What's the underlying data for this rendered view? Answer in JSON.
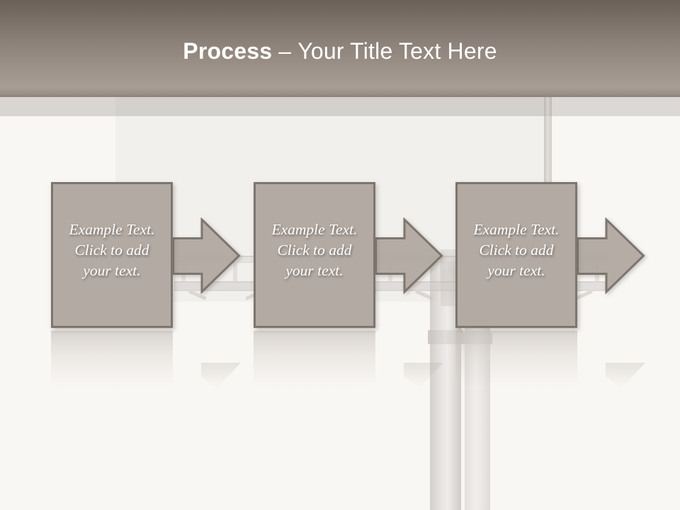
{
  "title": {
    "emphasis": "Process",
    "separator": "–",
    "rest": "Your Title Text Here"
  },
  "steps": [
    {
      "lines": [
        "Example Text.",
        "Click to add",
        "your text."
      ]
    },
    {
      "lines": [
        "Example Text.",
        "Click to add",
        "your text."
      ]
    },
    {
      "lines": [
        "Example Text.",
        "Click to add",
        "your text."
      ]
    }
  ],
  "colors": {
    "header_gradient_top": "#6b6057",
    "header_gradient_bottom": "#a89e95",
    "trim_band": "#d4d0cd",
    "step_fill": "#b3aaa3",
    "step_border": "#7d766f",
    "step_text": "#ffffff",
    "page_background": "#f9f7f4"
  }
}
